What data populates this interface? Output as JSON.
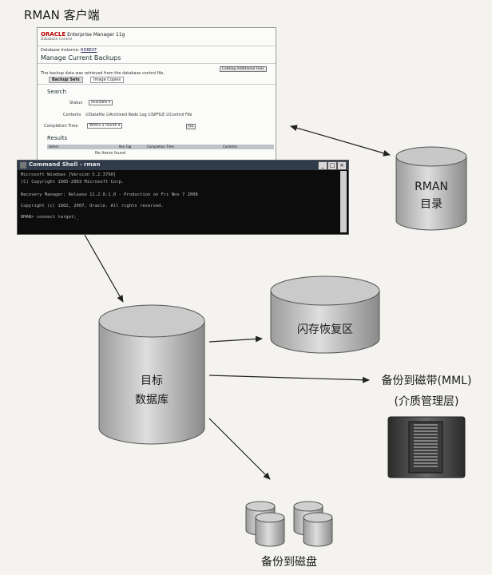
{
  "title": "RMAN 客户端",
  "em": {
    "brand": "ORACLE",
    "product": "Enterprise Manager 11g",
    "subtitle": "Database Control",
    "db_instance": "Database Instance: ",
    "instance_link": "RDBEXT",
    "page_heading": "Manage Current Backups",
    "catalog_button": "Catalog Additional Files",
    "info_line": "The backup data was retrieved from the database control file.",
    "tab_backup_sets": "Backup Sets",
    "tab_image_copies": "Image Copies",
    "search_heading": "Search",
    "status_label": "Status",
    "status_value": "Available",
    "contents_label": "Contents",
    "contents_datafile": "Datafile",
    "contents_archlog": "Archived Redo Log",
    "contents_spfile": "SPFILE",
    "contents_controlfile": "Control File",
    "completion_label": "Completion Time",
    "completion_value": "Within a month",
    "go_button": "Go",
    "results_heading": "Results",
    "col_select": "Select",
    "col_key": "Key",
    "col_tag": "Tag",
    "col_completion": "Completion Time",
    "col_contents": "Contents",
    "no_items": "No items found"
  },
  "cmd": {
    "title": "Command Shell - rman",
    "btn_min": "_",
    "btn_max": "□",
    "btn_close": "×",
    "lines": [
      "Microsoft Windows [Version 5.2.3790]",
      "(C) Copyright 1985-2003 Microsoft Corp.",
      "",
      "Recovery Manager: Release 11.2.0.1.0 - Production on Fri Nov 7 2008",
      "",
      "Copyright (c) 1982, 2007, Oracle.  All rights reserved.",
      "",
      "RMAN> connect target;_"
    ]
  },
  "nodes": {
    "catalog_line1": "RMAN",
    "catalog_line2": "目录",
    "flash_area": "闪存恢复区",
    "target_line1": "目标",
    "target_line2": "数据库",
    "tape_line1": "备份到磁带(MML)",
    "tape_line2": "(介质管理层)",
    "disk": "备份到磁盘"
  }
}
